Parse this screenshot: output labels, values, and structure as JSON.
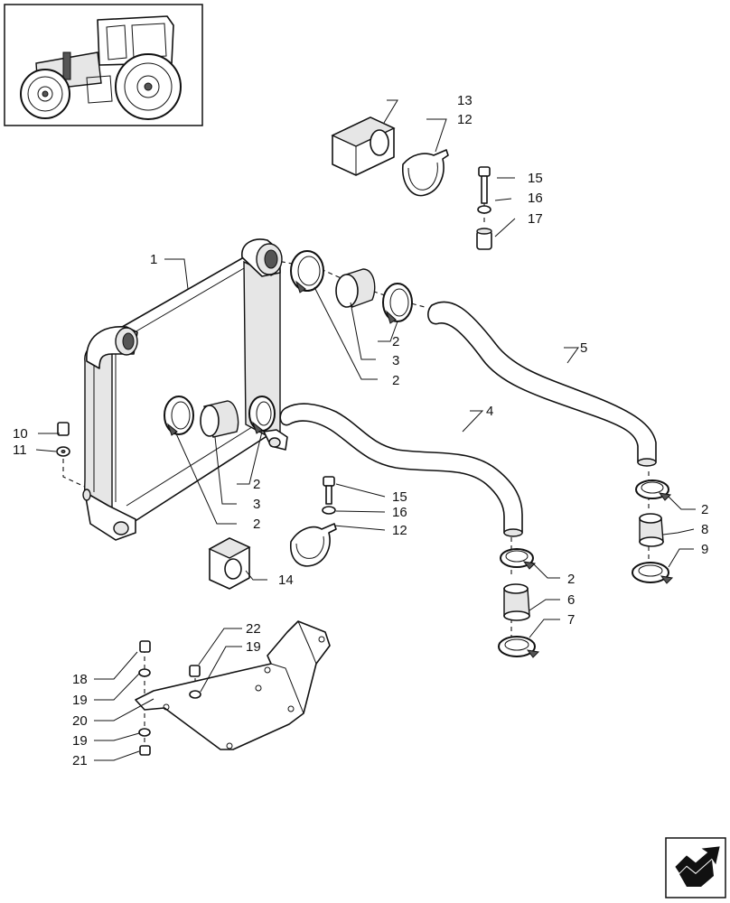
{
  "callouts": [
    {
      "id": "c1",
      "text": "1"
    },
    {
      "id": "c2a",
      "text": "2"
    },
    {
      "id": "c2b",
      "text": "2"
    },
    {
      "id": "c2c",
      "text": "2"
    },
    {
      "id": "c2d",
      "text": "2"
    },
    {
      "id": "c2e",
      "text": "2"
    },
    {
      "id": "c2f",
      "text": "2"
    },
    {
      "id": "c3a",
      "text": "3"
    },
    {
      "id": "c3b",
      "text": "3"
    },
    {
      "id": "c4",
      "text": "4"
    },
    {
      "id": "c5",
      "text": "5"
    },
    {
      "id": "c6",
      "text": "6"
    },
    {
      "id": "c7",
      "text": "7"
    },
    {
      "id": "c8",
      "text": "8"
    },
    {
      "id": "c9",
      "text": "9"
    },
    {
      "id": "c10",
      "text": "10"
    },
    {
      "id": "c11",
      "text": "11"
    },
    {
      "id": "c12a",
      "text": "12"
    },
    {
      "id": "c12b",
      "text": "12"
    },
    {
      "id": "c13",
      "text": "13"
    },
    {
      "id": "c14",
      "text": "14"
    },
    {
      "id": "c15a",
      "text": "15"
    },
    {
      "id": "c15b",
      "text": "15"
    },
    {
      "id": "c16a",
      "text": "16"
    },
    {
      "id": "c16b",
      "text": "16"
    },
    {
      "id": "c17",
      "text": "17"
    },
    {
      "id": "c18",
      "text": "18"
    },
    {
      "id": "c19a",
      "text": "19"
    },
    {
      "id": "c19b",
      "text": "19"
    },
    {
      "id": "c19c",
      "text": "19"
    },
    {
      "id": "c20",
      "text": "20"
    },
    {
      "id": "c21",
      "text": "21"
    },
    {
      "id": "c22",
      "text": "22"
    }
  ],
  "icons": {
    "thumbnail": "tractor-thumbnail-icon",
    "navigation": "next-page-arrow-icon"
  }
}
